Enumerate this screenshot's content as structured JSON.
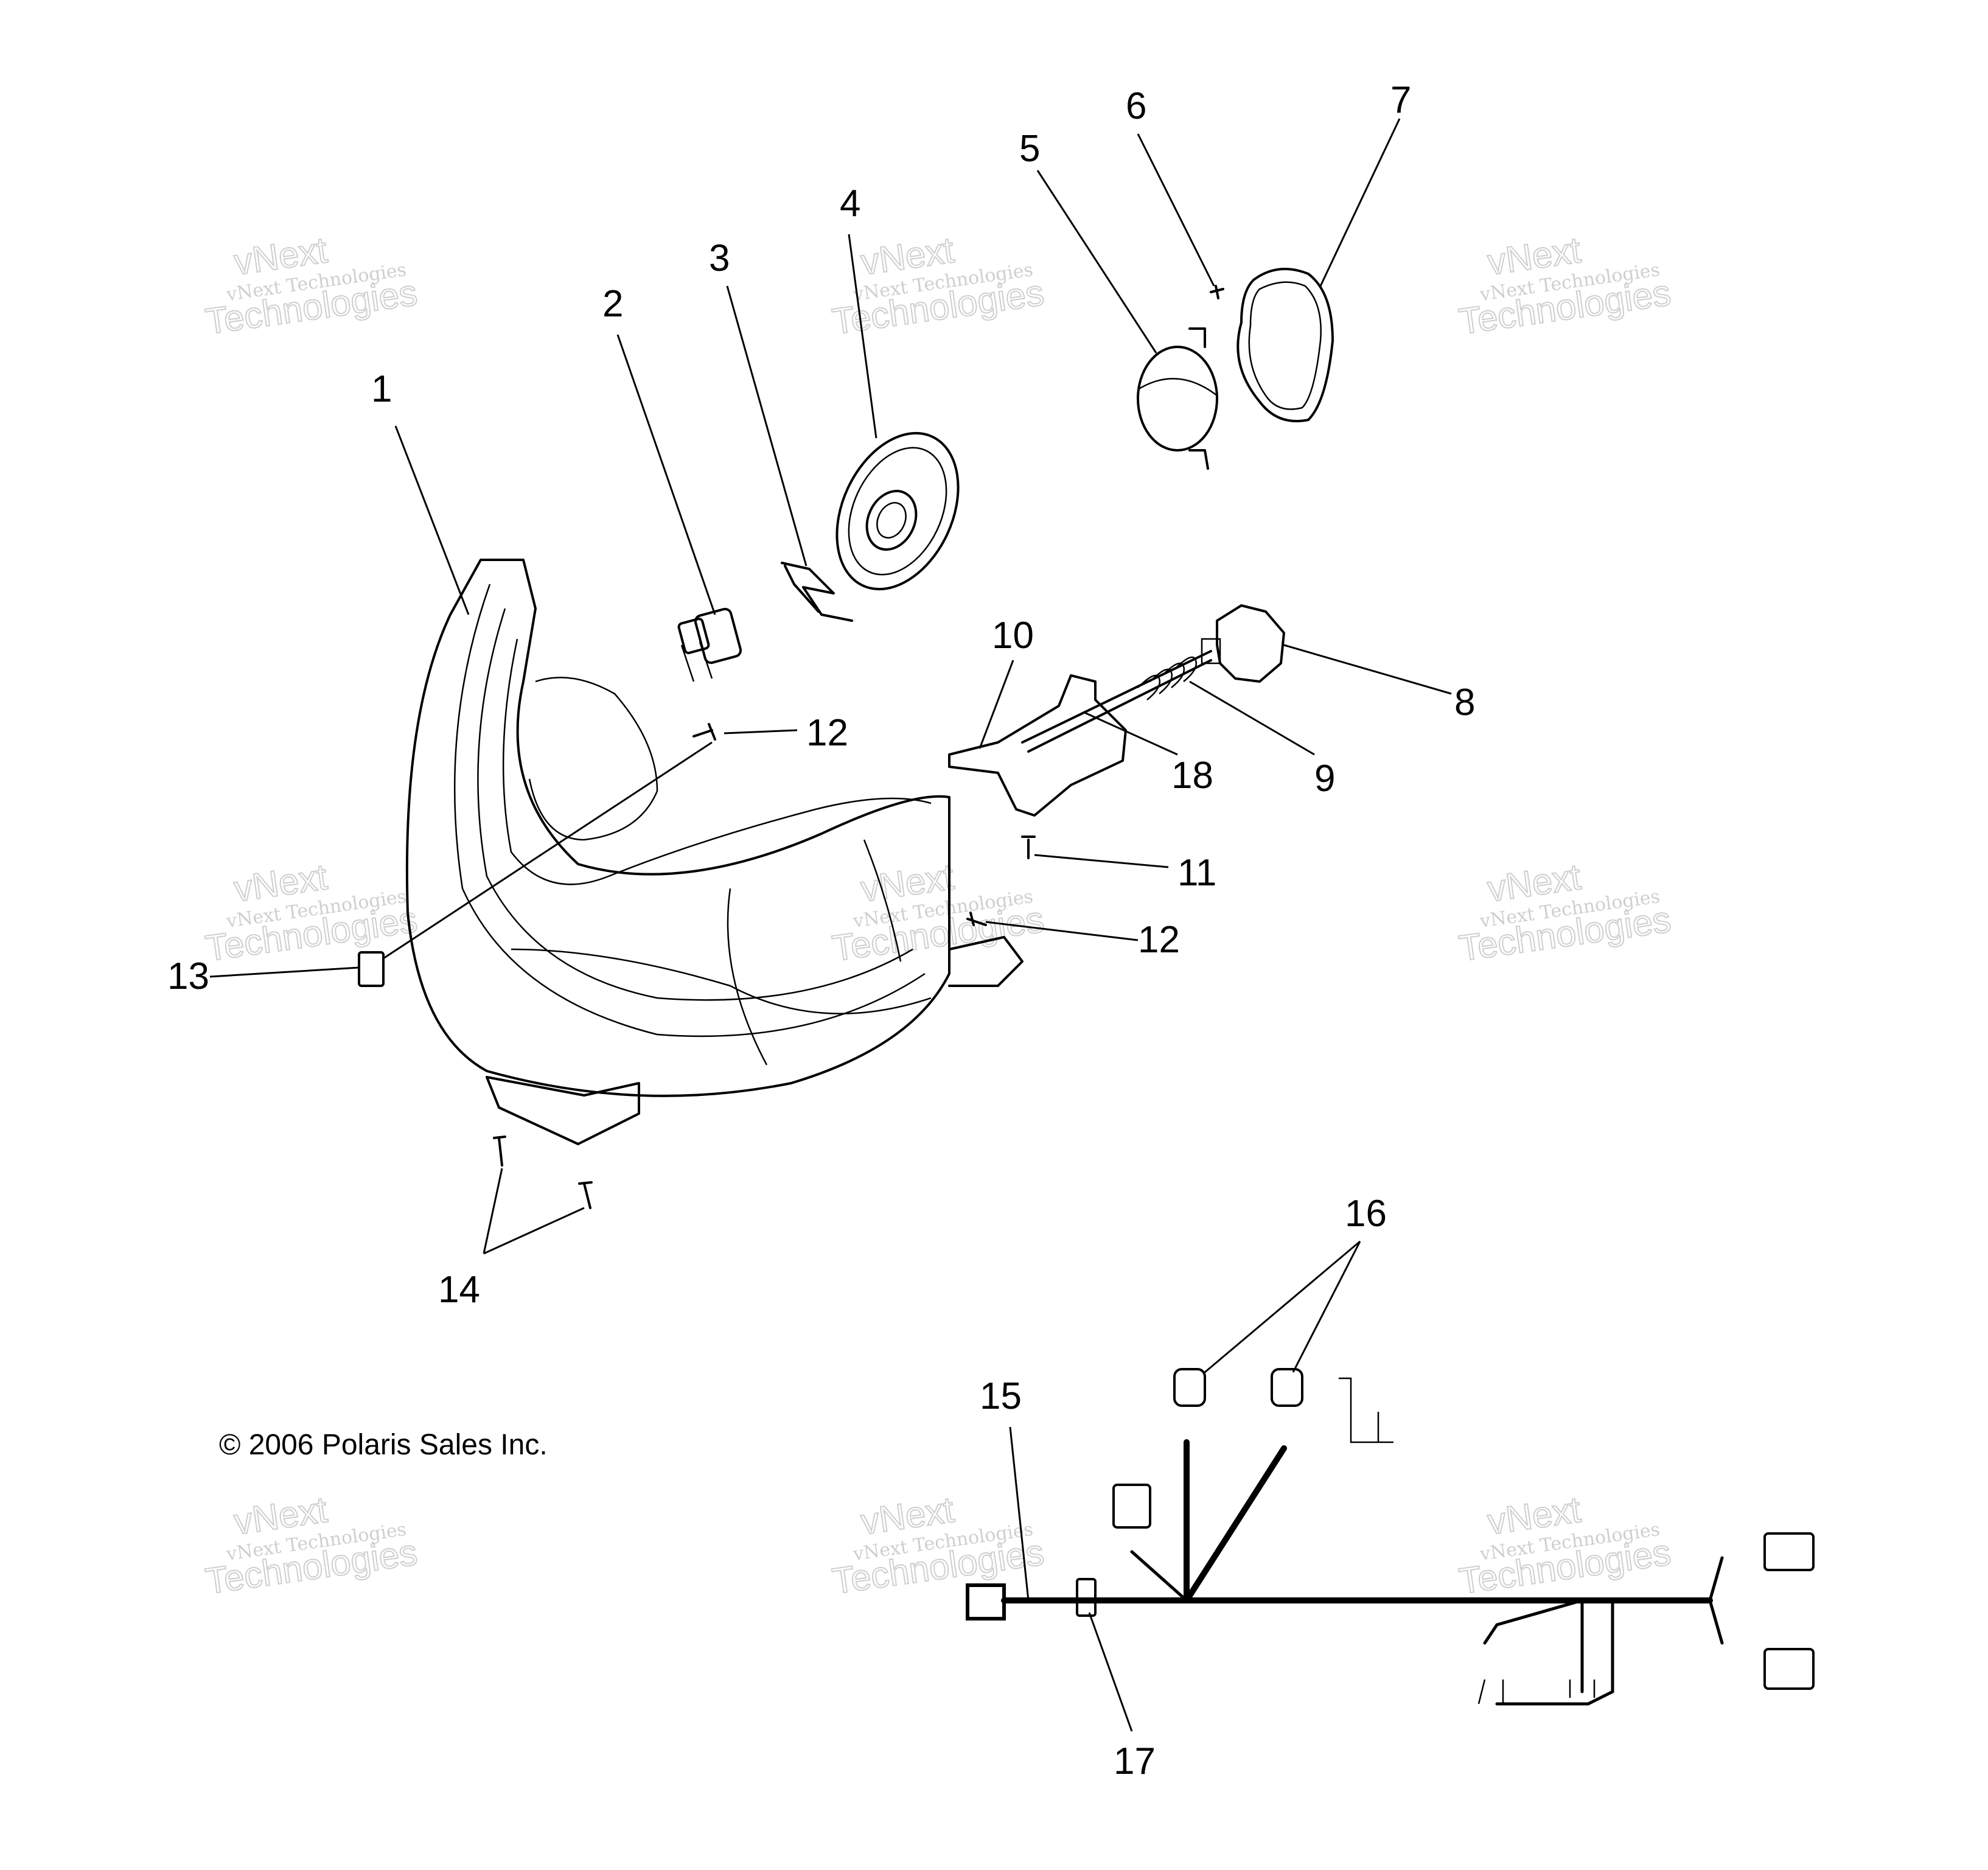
{
  "callouts": {
    "c1": "1",
    "c2": "2",
    "c3": "3",
    "c4": "4",
    "c5": "5",
    "c6": "6",
    "c7": "7",
    "c8": "8",
    "c9": "9",
    "c10": "10",
    "c11": "11",
    "c12a": "12",
    "c12b": "12",
    "c13": "13",
    "c14": "14",
    "c15": "15",
    "c16": "16",
    "c17": "17",
    "c18": "18"
  },
  "copyright": "© 2006 Polaris Sales Inc.",
  "watermark": {
    "line1": "vNext",
    "line2": "vNext Technologies",
    "line3": "Technologies"
  }
}
